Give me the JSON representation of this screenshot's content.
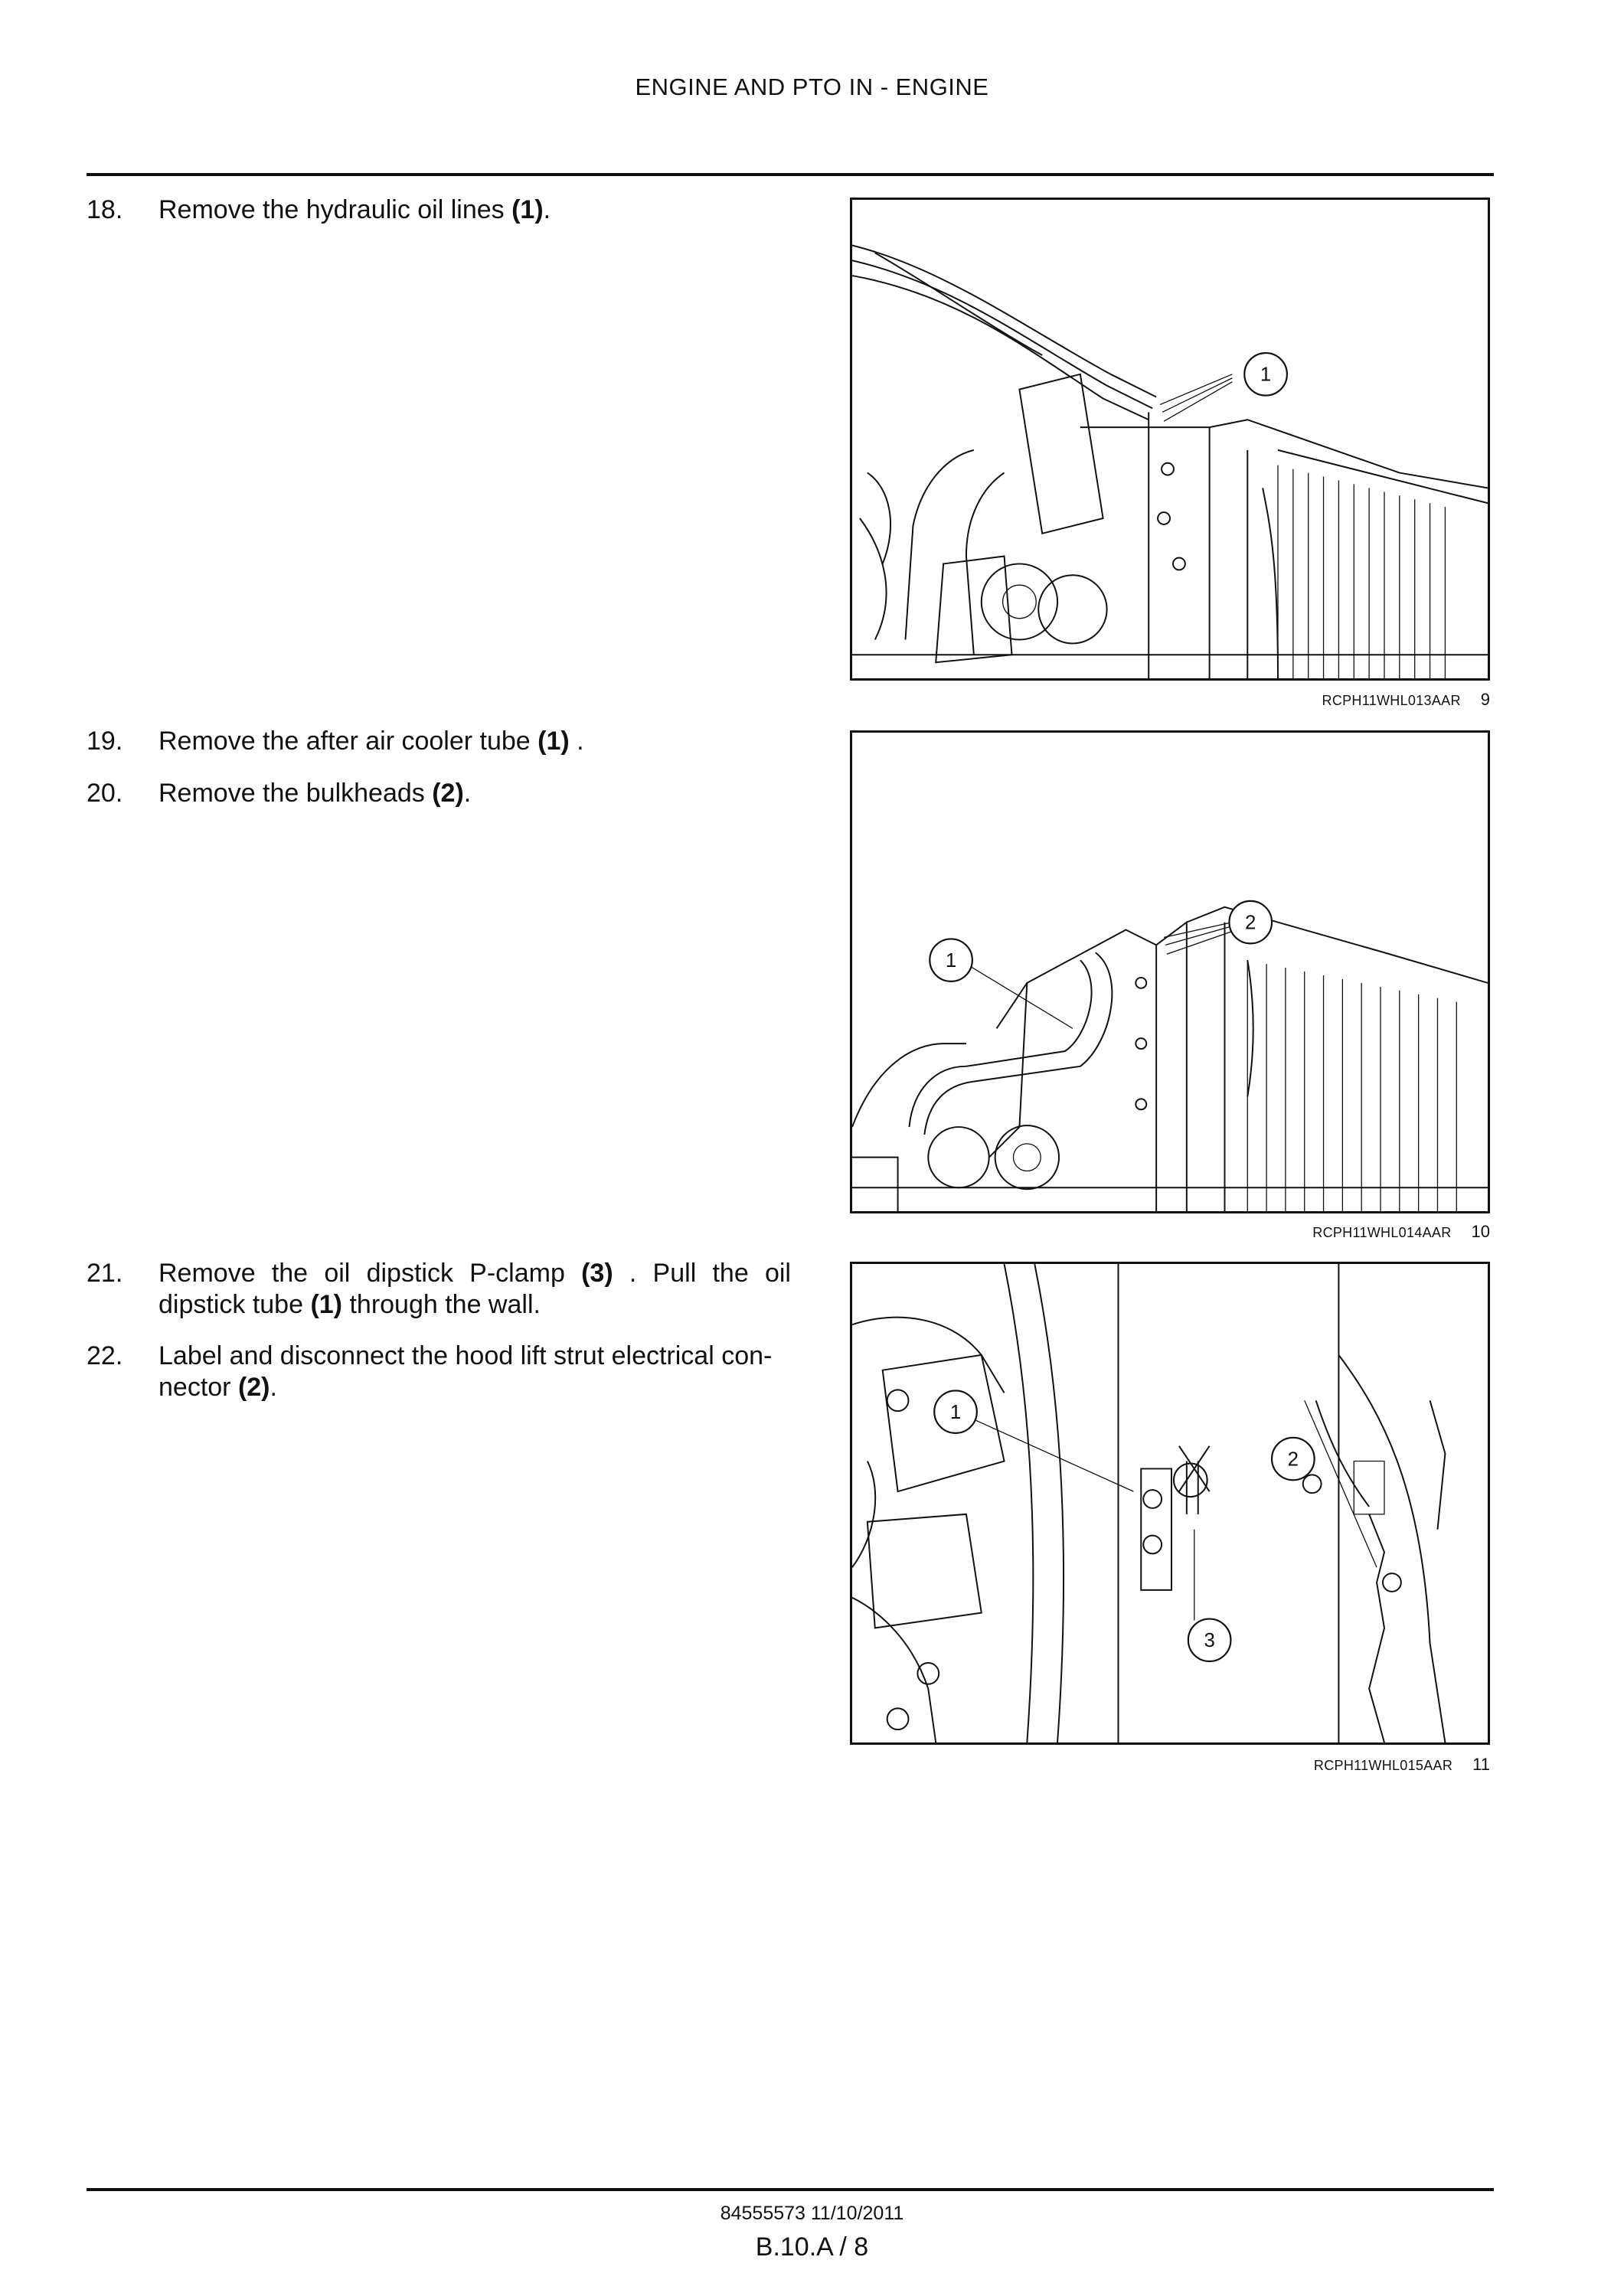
{
  "header": {
    "title": "ENGINE AND PTO IN - ENGINE"
  },
  "steps": [
    {
      "number": "18.",
      "text_before": "Remove the hydraulic oil lines ",
      "ref": "(1)",
      "text_after": "."
    },
    {
      "number": "19.",
      "text_before": "Remove the after air cooler tube ",
      "ref": "(1)",
      "text_after": " ."
    },
    {
      "number": "20.",
      "text_before": "Remove the bulkheads ",
      "ref": "(2)",
      "text_after": "."
    },
    {
      "number": "21.",
      "text_before": "Remove the oil dipstick P-clamp ",
      "ref": "(3)",
      "text_middle": " .  Pull the oil dipstick tube ",
      "ref2": "(1)",
      "text_after": " through the wall."
    },
    {
      "number": "22.",
      "text_before": "Label and disconnect the hood lift strut electrical con-nector ",
      "ref": "(2)",
      "text_after": "."
    }
  ],
  "figures": [
    {
      "code": "RCPH11WHL013AAR",
      "number": "9",
      "callouts": [
        "1"
      ]
    },
    {
      "code": "RCPH11WHL014AAR",
      "number": "10",
      "callouts": [
        "1",
        "2"
      ]
    },
    {
      "code": "RCPH11WHL015AAR",
      "number": "11",
      "callouts": [
        "1",
        "2",
        "3"
      ]
    }
  ],
  "footer": {
    "doc": "84555573 11/10/2011",
    "page": "B.10.A / 8"
  }
}
